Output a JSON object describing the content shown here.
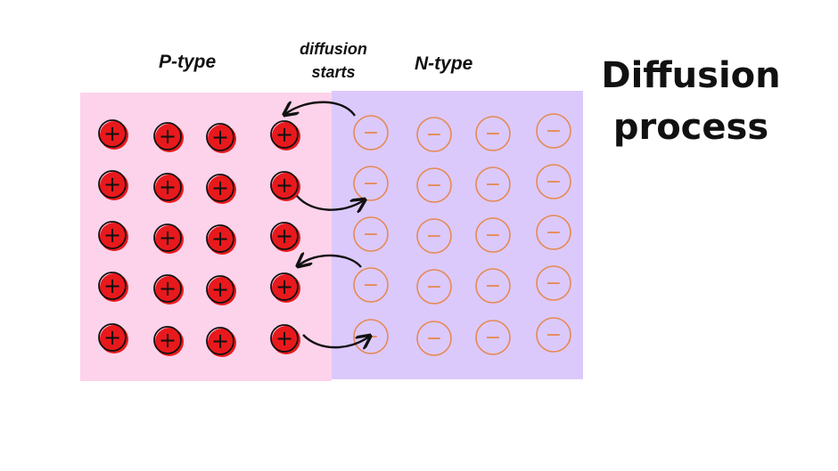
{
  "title_line1": "Diffusion",
  "title_line2": "process",
  "p_region_label": "P-type",
  "n_region_label": "N-type",
  "diffusion_line1": "diffusion",
  "diffusion_line2": "starts",
  "hole_symbol": "+",
  "electron_symbol": "−",
  "grid": {
    "rows": 5,
    "p_columns": 4,
    "n_columns": 4
  },
  "colors": {
    "p_region": "#fcd3ea",
    "n_region": "#dcc9fb",
    "hole_fill": "#e8191c",
    "hole_outline": "#111111",
    "electron_outline": "#e48a55",
    "arrow": "#111111"
  }
}
